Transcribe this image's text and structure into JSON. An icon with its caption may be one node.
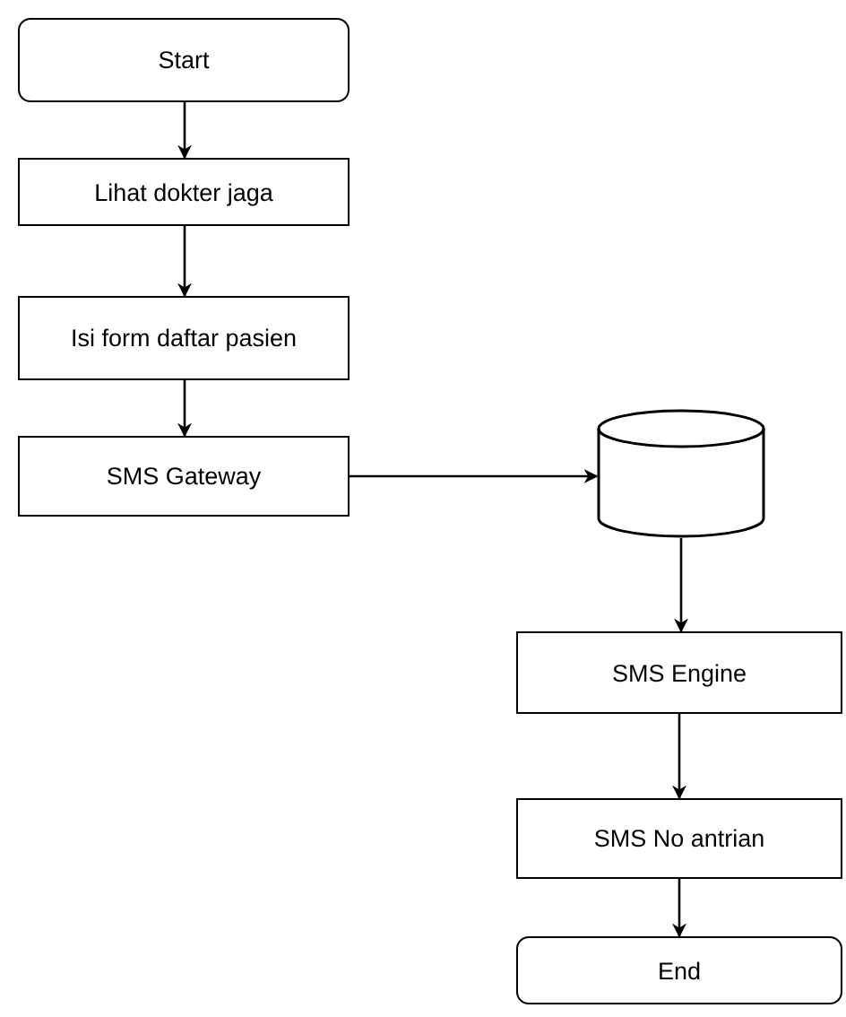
{
  "diagram": {
    "nodes": [
      {
        "text": [
          "Start"
        ]
      },
      {
        "text": [
          "Lihat dokter jaga"
        ]
      },
      {
        "text": [
          "Isi form daftar pasien"
        ]
      },
      {
        "text": [
          "SMS Gateway"
        ]
      },
      {
        "text": [],
        "shape": "cylinder"
      },
      {
        "text": [
          "SMS Engine"
        ]
      },
      {
        "text": [
          "SMS No antrian"
        ]
      },
      {
        "text": [
          "End"
        ]
      }
    ],
    "edges": [
      {
        "from": 0,
        "to": 1,
        "arrow": "to"
      },
      {
        "from": 1,
        "to": 2,
        "arrow": "to"
      },
      {
        "from": 2,
        "to": 3,
        "arrow": "to"
      },
      {
        "from": 3,
        "to": 4,
        "arrow": "to"
      },
      {
        "from": 4,
        "to": 5,
        "arrow": "to"
      },
      {
        "from": 5,
        "to": 6,
        "arrow": "to"
      },
      {
        "from": 6,
        "to": 7,
        "arrow": "to"
      }
    ]
  }
}
